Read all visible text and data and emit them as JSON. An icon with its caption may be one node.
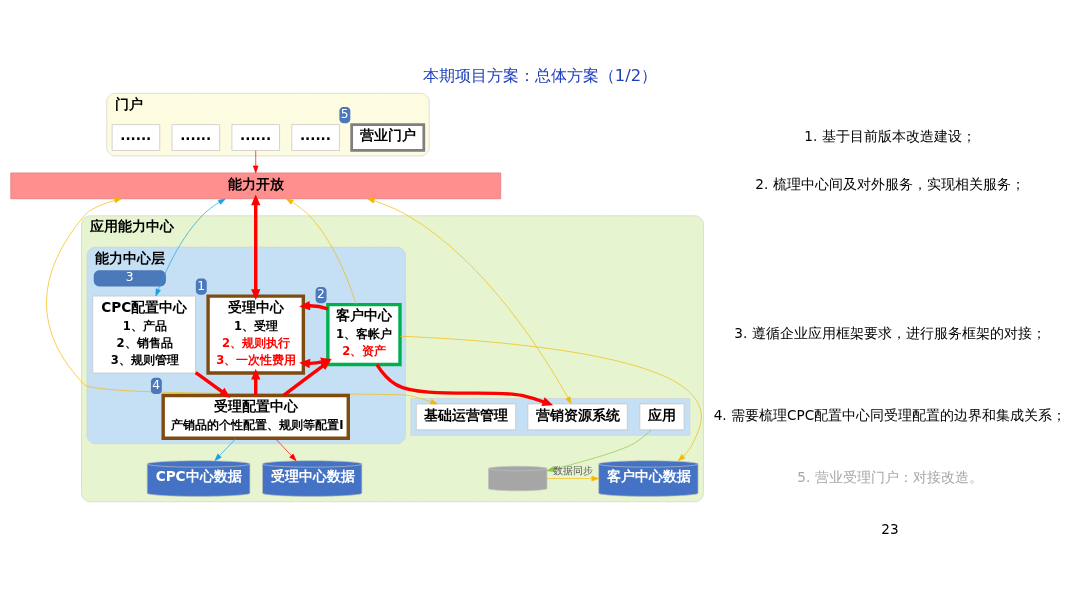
{
  "diagram": {
    "title": "本期项目方案：总体方案（1/2）",
    "nodes": [
      {
        "text": [
          "门户"
        ]
      },
      {
        "text": [
          "营业门户"
        ],
        "in": 0,
        "beside": [
          "5"
        ]
      },
      {
        "text": [
          "......"
        ],
        "in": 0
      },
      {
        "text": [
          "......"
        ],
        "in": 0
      },
      {
        "text": [
          "......"
        ],
        "in": 0
      },
      {
        "text": [
          "......"
        ],
        "in": 0
      },
      {
        "text": [
          "能力开放"
        ]
      },
      {
        "text": [
          "应用能力中心"
        ]
      },
      {
        "text": [],
        "shape": "box",
        "in": 7
      },
      {
        "text": [
          "应用"
        ],
        "in": 8
      },
      {
        "text": [
          "基础运营管理"
        ],
        "in": 8
      },
      {
        "text": [
          "营销资源系统"
        ],
        "in": 8
      },
      {
        "text": [
          "能力中心层"
        ],
        "in": 7,
        "beside": [
          "3"
        ]
      },
      {
        "text": [
          "客户中心",
          "1、客帐户",
          "2、资产"
        ],
        "in": 12,
        "beside": [
          "2"
        ]
      },
      {
        "text": [
          "受理中心",
          "1、受理",
          "2、规则执行",
          "3、一次性费用"
        ],
        "in": 12,
        "beside": [
          "1"
        ]
      },
      {
        "text": [
          "CPC配置中心",
          "1、产品",
          "2、销售品",
          "3、规则管理"
        ],
        "in": 12
      },
      {
        "text": [
          "受理配置中心",
          "产销品的个性配置、规则等配置I"
        ],
        "in": 12,
        "beside": [
          "4"
        ]
      },
      {
        "text": [],
        "shape": "cylinder",
        "in": 7
      },
      {
        "text": [
          "客户中心数据"
        ],
        "in": 7
      },
      {
        "text": [
          "受理中心数据"
        ],
        "in": 7
      },
      {
        "text": [
          "CPC中心数据"
        ],
        "in": 7
      }
    ],
    "edges": [
      {
        "from": 3,
        "to": 6,
        "arrow": "to"
      },
      {
        "from": 10,
        "to": 6,
        "arrow": "both",
        "color": "#f5b800"
      },
      {
        "from": 11,
        "to": 6,
        "arrow": "both",
        "color": "#f5b800"
      },
      {
        "from": 13,
        "to": 6,
        "arrow": "to",
        "color": "#f5b800"
      },
      {
        "from": 14,
        "to": 6,
        "arrow": "both",
        "style": "thick"
      },
      {
        "from": 15,
        "to": 6,
        "arrow": "both",
        "color": "#1ea0e0"
      },
      {
        "from": 13,
        "to": 11,
        "arrow": "to",
        "style": "thick"
      },
      {
        "from": 13,
        "to": 14,
        "arrow": "both",
        "style": "thick"
      },
      {
        "from": 13,
        "to": 14,
        "arrow": "to",
        "style": "thick"
      },
      {
        "from": 16,
        "to": 13,
        "arrow": "to",
        "style": "thick"
      },
      {
        "from": 16,
        "to": 14,
        "arrow": "to",
        "style": "thick"
      },
      {
        "from": 15,
        "to": 16,
        "arrow": "to",
        "style": "thick"
      },
      {
        "from": 9,
        "to": 17,
        "arrow": "to",
        "color": "#8cc63f"
      },
      {
        "from": 13,
        "to": 18,
        "arrow": "to",
        "color": "#f5b800"
      },
      {
        "from": 17,
        "to": 18,
        "arrow": "to",
        "label": "数据同步",
        "color": "#f5b800"
      },
      {
        "from": 16,
        "to": 19,
        "arrow": "to"
      },
      {
        "from": 16,
        "to": 20,
        "arrow": "to",
        "color": "#1ea0e0"
      }
    ],
    "labels": [
      "1. 基于目前版本改造建设；",
      "2. 梳理中心间及对外服务，实现相关服务；",
      "3. 遵循企业应用框架要求，进行服务框架的对接；",
      "4. 需要梳理CPC配置中心同受理配置的边界和集成关系；",
      "5. 营业受理门户：对接改造。",
      "23"
    ]
  }
}
